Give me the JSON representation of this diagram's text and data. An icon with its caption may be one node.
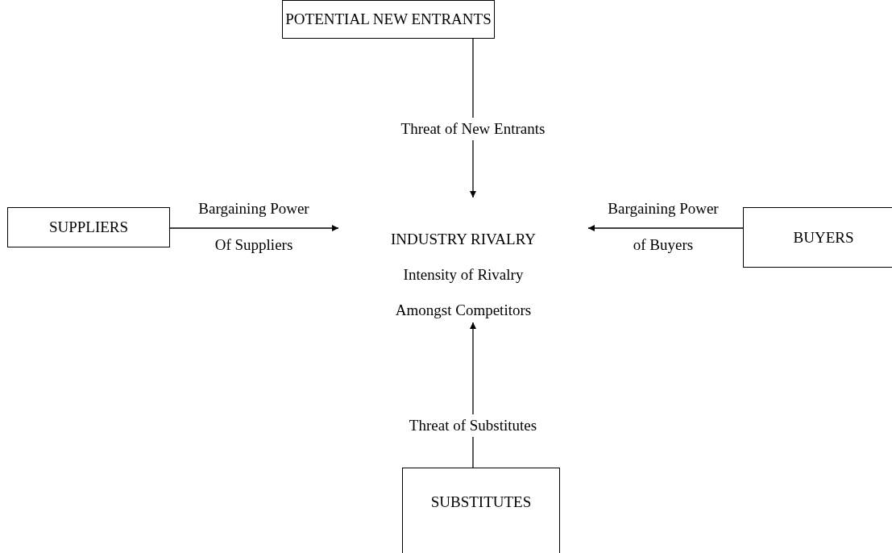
{
  "diagram": {
    "nodes": [
      {
        "text": [
          "POTENTIAL NEW ENTRANTS"
        ]
      },
      {
        "text": [
          "SUPPLIERS"
        ]
      },
      {
        "text": [
          "INDUSTRY RIVALRY",
          "Intensity of Rivalry",
          "Amongst Competitors"
        ]
      },
      {
        "text": [
          "BUYERS"
        ]
      },
      {
        "text": [
          "SUBSTITUTES"
        ]
      }
    ],
    "edges": [
      {
        "from": 0,
        "to": 2,
        "arrow": "to",
        "label": "Threat of New Entrants"
      },
      {
        "from": 1,
        "to": 2,
        "arrow": "to",
        "label": "Bargaining Power Of Suppliers"
      },
      {
        "from": 3,
        "to": 2,
        "arrow": "to",
        "label": "Bargaining Power of Buyers"
      },
      {
        "from": 4,
        "to": 2,
        "arrow": "to",
        "label": "Threat of Substitutes"
      }
    ]
  }
}
